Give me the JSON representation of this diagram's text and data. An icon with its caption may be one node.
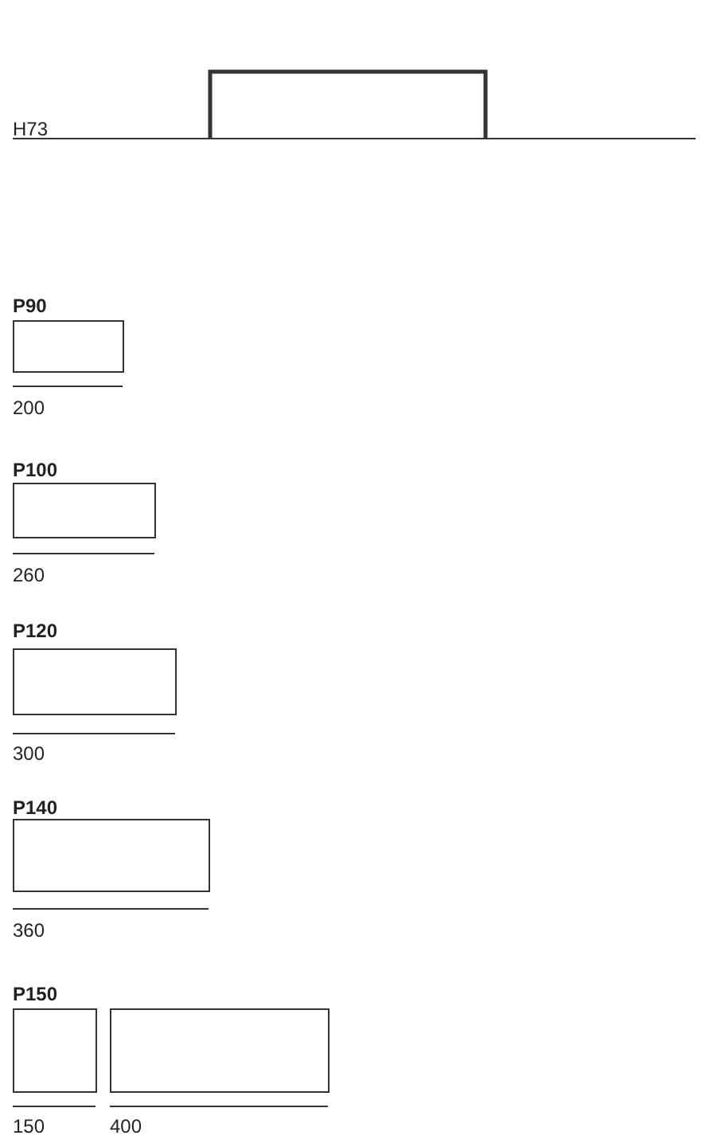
{
  "diagram": {
    "nodes": [
      {
        "text": [],
        "shape": "box"
      },
      {
        "text": [],
        "shape": "box"
      },
      {
        "text": [],
        "shape": "box"
      },
      {
        "text": [],
        "shape": "box"
      },
      {
        "text": [],
        "shape": "box"
      },
      {
        "text": [],
        "shape": "box"
      },
      {
        "text": [],
        "shape": "box"
      }
    ],
    "labels": [
      "H73",
      "P90",
      "200",
      "P100",
      "260",
      "P120",
      "300",
      "P140",
      "360",
      "P150",
      "150",
      "400"
    ]
  }
}
